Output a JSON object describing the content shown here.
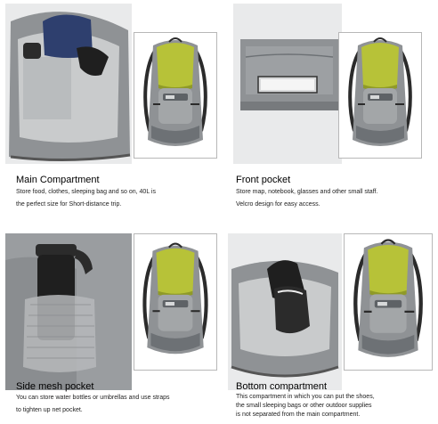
{
  "sections": {
    "main": {
      "title": "Main Compartment",
      "lines": [
        "Store food, clothes, sleeping bag and so on, 40L is",
        "the perfect size for Short-distance trip."
      ]
    },
    "front": {
      "title": "Front pocket",
      "lines": [
        "Store map, notebook, glasses and other small staff.",
        "Velcro design for easy access."
      ]
    },
    "side": {
      "title": "Side mesh pocket",
      "lines": [
        "You can store water bottles or umbrellas and use straps",
        "to tighten up net pocket."
      ]
    },
    "bottom": {
      "title": "Bottom compartment",
      "lines": [
        "This compartment in which you can put the shoes,",
        "the small sleeping bags or other outdoor supplies",
        "is not separated from the main compartment."
      ]
    }
  },
  "colors": {
    "pack_gray": "#8f9295",
    "pack_dark": "#5e6266",
    "pack_light": "#b6b9bb",
    "accent_lime": "#b7c238",
    "accent_lime_dark": "#8f9a28",
    "strap_black": "#2b2b2b",
    "interior": "#c9cbcc"
  }
}
